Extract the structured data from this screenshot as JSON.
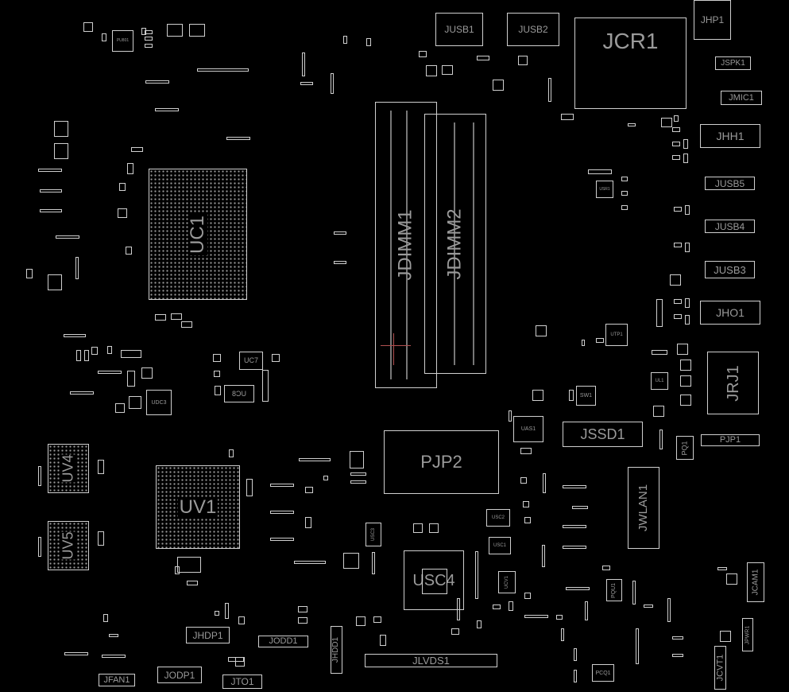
{
  "board": {
    "background": "#000000",
    "outline_color": "#cfcfcf",
    "label_color": "#9a9a9a",
    "components": {
      "JUSB1": "JUSB1",
      "JUSB2": "JUSB2",
      "JCR1": "JCR1",
      "JHP1": "JHP1",
      "JSPK1": "JSPK1",
      "JMIC1": "JMIC1",
      "JHH1": "JHH1",
      "JUSB5": "JUSB5",
      "JUSB4": "JUSB4",
      "JUSB3": "JUSB3",
      "JHO1": "JHO1",
      "JRJ1": "JRJ1",
      "PJP1": "PJP1",
      "PQ1": "PQ1",
      "JSSD1": "JSSD1",
      "JWLAN1": "JWLAN1",
      "JDIMM1": "JDIMM1",
      "JDIMM2": "JDIMM2",
      "UC1": "UC1",
      "UV1": "UV1",
      "UV4": "UV4",
      "UV5": "UV5",
      "PJP2": "PJP2",
      "USC4": "USC4",
      "JLVDS1": "JLVDS1",
      "JHDP1": "JHDP1",
      "JODD1": "JODD1",
      "JHDD1": "JHDD1",
      "JFAN1": "JFAN1",
      "JODP1": "JODP1",
      "JTO1": "JTO1",
      "JCAM1": "JCAM1",
      "JPWR1": "JPWR1",
      "JCVT1": "JCVT1",
      "PCQ1": "PCQ1",
      "PQU1": "PQU1",
      "SW1": "SW1",
      "UAS1": "UAS1",
      "UTP1": "UTP1",
      "UL1": "UL1",
      "USR1": "USR1",
      "UC7": "UC7",
      "UC8": "UC8",
      "UDC3": "UDC3",
      "PU801": "PU801",
      "USC1": "USC1",
      "USC2": "USC2",
      "USC3": "USC3",
      "UCV1": "UCV1"
    }
  }
}
